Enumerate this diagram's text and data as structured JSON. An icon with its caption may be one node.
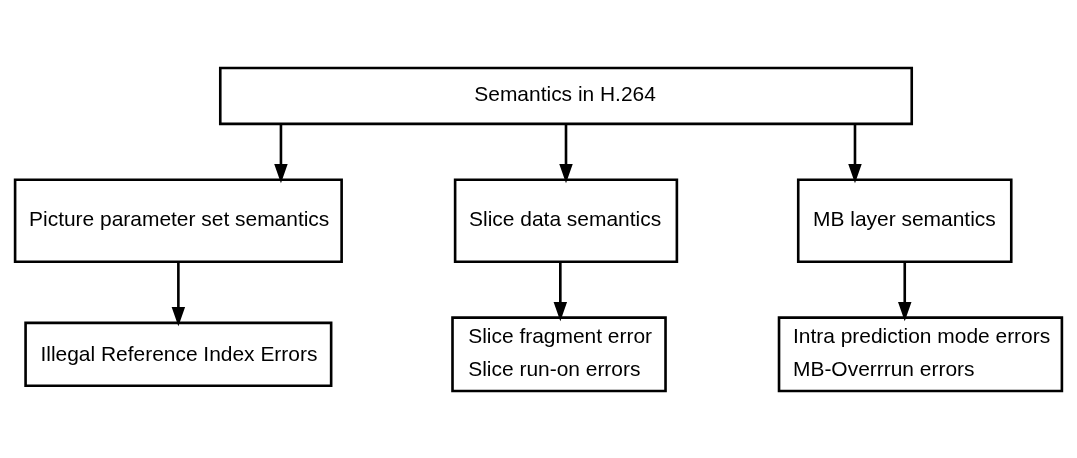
{
  "diagram": {
    "nodes": [
      {
        "text": [
          "Semantics in H.264"
        ]
      },
      {
        "text": [
          "Picture parameter set semantics"
        ]
      },
      {
        "text": [
          "Slice data semantics"
        ]
      },
      {
        "text": [
          "MB layer semantics"
        ]
      },
      {
        "text": [
          "Illegal Reference Index Errors"
        ]
      },
      {
        "text": [
          "Slice fragment error",
          "Slice run-on errors"
        ]
      },
      {
        "text": [
          "Intra prediction mode errors",
          "MB-Overrrun errors"
        ]
      }
    ],
    "edges": [
      {
        "from": 0,
        "to": 1,
        "arrow": "to"
      },
      {
        "from": 0,
        "to": 2,
        "arrow": "to"
      },
      {
        "from": 0,
        "to": 3,
        "arrow": "to"
      },
      {
        "from": 1,
        "to": 4,
        "arrow": "to"
      },
      {
        "from": 2,
        "to": 5,
        "arrow": "to"
      },
      {
        "from": 3,
        "to": 6,
        "arrow": "to"
      }
    ]
  }
}
